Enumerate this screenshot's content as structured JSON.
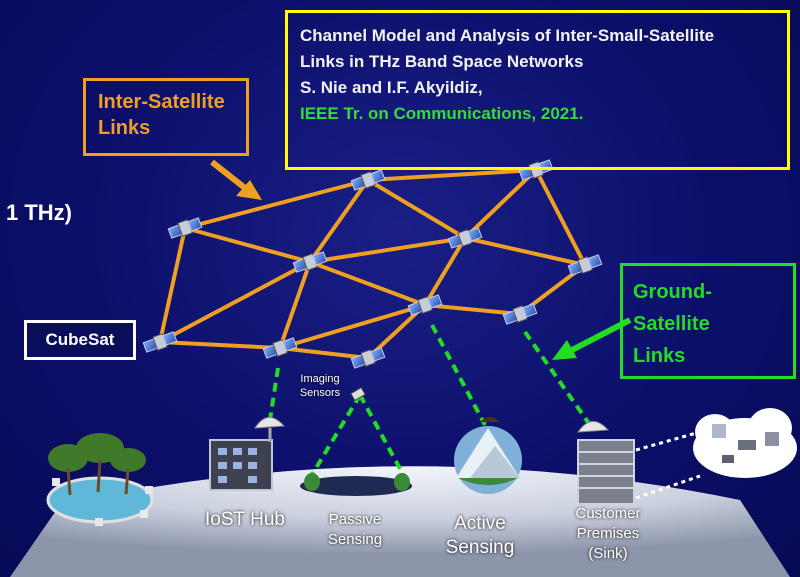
{
  "reference": {
    "title_line1": "Channel Model and Analysis of Inter-Small-Satellite",
    "title_line2": "Links in THz Band Space Networks",
    "authors": "S. Nie and I.F. Akyildiz,",
    "journal": "IEEE Tr. on Communications, 2021."
  },
  "labels": {
    "isl_line1": "Inter-Satellite",
    "isl_line2": "Links",
    "gsl_line1": "Ground-",
    "gsl_line2": "Satellite",
    "gsl_line3": "Links",
    "frequency": "1 THz)",
    "cubesat": "CubeSat",
    "imaging_line1": "Imaging",
    "imaging_line2": "Sensors",
    "iost_hub": "IoST Hub",
    "passive_line1": "Passive",
    "passive_line2": "Sensing",
    "active_line1": "Active",
    "active_line2": "Sensing",
    "customer_line1": "Customer",
    "customer_line2": "Premises",
    "customer_line3": "(Sink)"
  },
  "colors": {
    "background": "#0c0f6a",
    "inter_satellite_link": "#f0a020",
    "ground_satellite_link": "#22dd22",
    "reference_border": "#ffff00",
    "journal_text": "#33dd33",
    "earth_surface": "#d8dde8"
  },
  "icons": [
    "satellite-icon",
    "satellite-dish-icon",
    "building-icon",
    "server-building-icon",
    "cloud-icon",
    "mountain-icon",
    "tree-icon",
    "lake-icon",
    "drone-icon",
    "arrow-icon"
  ]
}
